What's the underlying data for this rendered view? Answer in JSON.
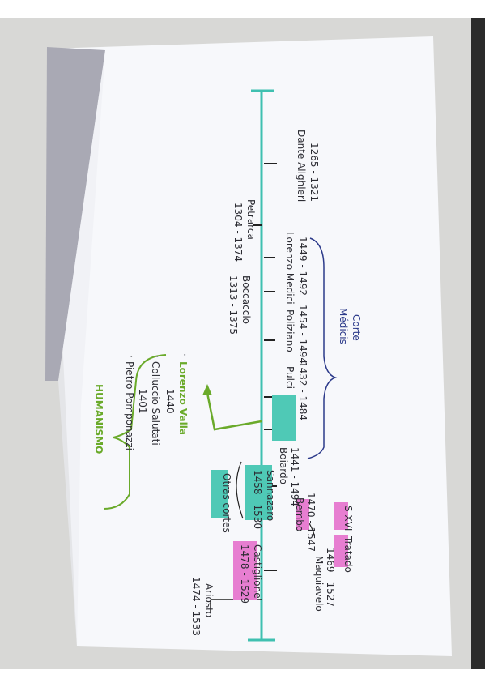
{
  "photo": {
    "timeline_labels": {
      "dante_years": "1265 - 1321",
      "dante_name": "Dante Alighieri",
      "petrarca_name": "Petrarca",
      "petrarca_years": "1304 - 1374",
      "boccaccio_name": "Boccaccio",
      "boccaccio_years": "1313 - 1375",
      "lorenzo_years": "1449 - 1492",
      "lorenzo_name": "Lorenzo Medici",
      "poliziano_years": "1454 - 1494",
      "poliziano_name": "Poliziano",
      "pulci_years": "1432 - 1484",
      "pulci_name": "Pulci",
      "corte_line1": "Corte",
      "corte_line2": "Médicis",
      "boiardo_years": "1441 - 1494",
      "boiardo_name": "Boiardo",
      "bembo_years": "1470 - 1547",
      "bembo_name": "Bembo",
      "sannazaro_name": "Sannazaro",
      "sannazaro_years": "1458 - 1530",
      "otras_cortes": "Otras cortes",
      "castiglione_name": "Castiglione",
      "castiglione_years": "1478 - 1529",
      "sxvi": "S XVI",
      "tratado": "Tratado",
      "maquiavelo_years": "1469 - 1527",
      "maquiavelo_name": "Maquiavelo",
      "ariosto_name": "Ariosto",
      "ariosto_years": "1474 - 1533"
    },
    "humanismo": {
      "valla": "Lorenzo Valla",
      "valla_year": "1440",
      "salutati": "Colluccio Salutati",
      "salutati_year": "1401",
      "pomponazzi": "Pietro Pomponazzi",
      "title": "HUMANISMO"
    }
  }
}
